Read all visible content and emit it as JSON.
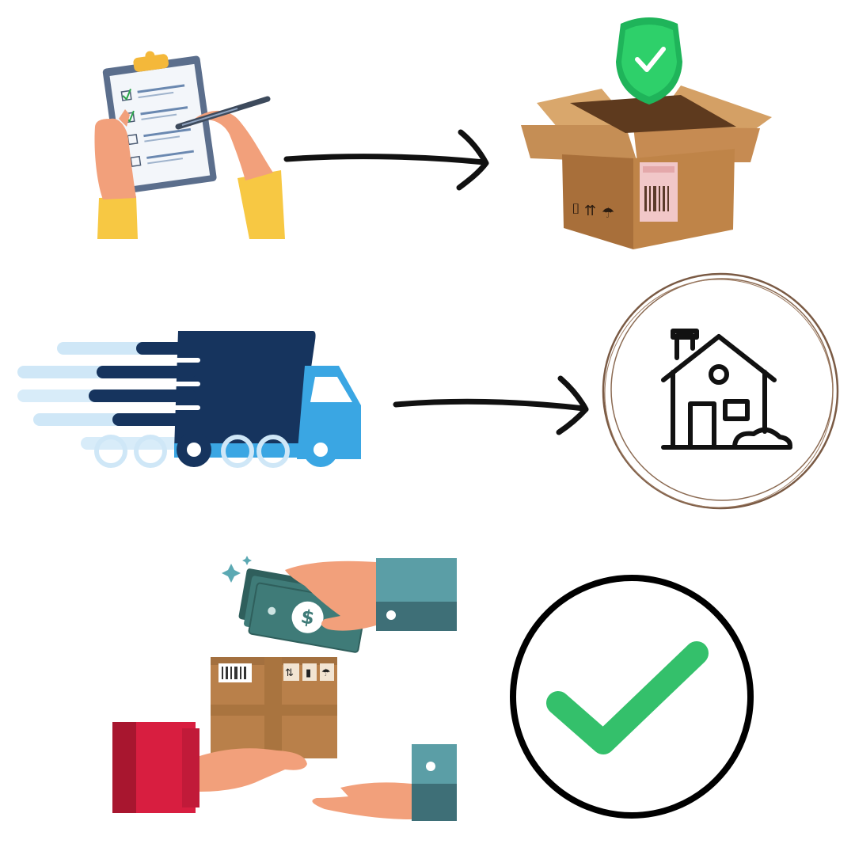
{
  "steps": [
    {
      "id": "place-order",
      "icon": "clipboard-checklist-icon"
    },
    {
      "id": "secure-packaging",
      "icon": "shield-box-icon"
    },
    {
      "id": "fast-delivery",
      "icon": "delivery-truck-icon"
    },
    {
      "id": "home-arrival",
      "icon": "house-icon"
    },
    {
      "id": "cash-on-delivery",
      "icon": "cash-handover-icon"
    },
    {
      "id": "complete",
      "icon": "check-circle-icon"
    }
  ],
  "colors": {
    "arrow": "#111111",
    "check_green": "#34c06b",
    "shield_green": "#1fb45a",
    "truck_navy": "#16345e",
    "truck_blue": "#3aa6e3",
    "box_brown": "#b9804a",
    "sleeve_yellow": "#f7c843",
    "sleeve_red": "#d81e40",
    "sleeve_teal": "#5b9ea6",
    "money_green": "#3f7b78",
    "ring_brown": "#7a5a44"
  }
}
